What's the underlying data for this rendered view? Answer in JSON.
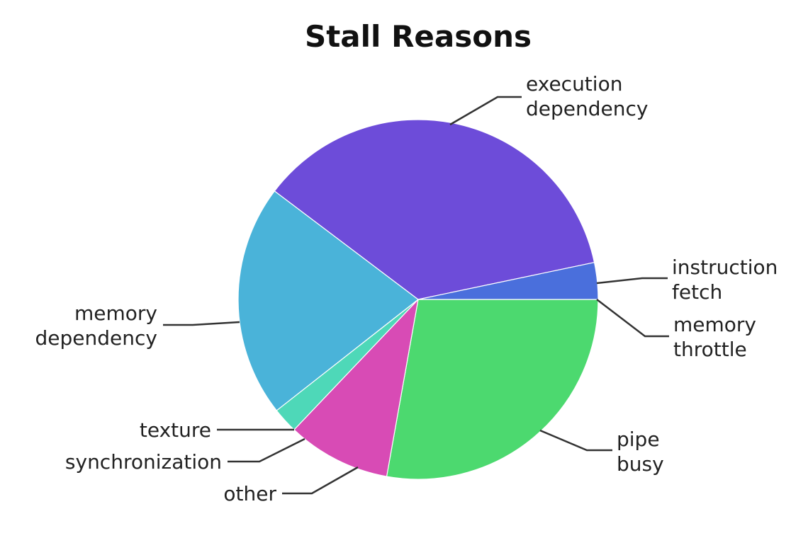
{
  "chart_data": {
    "type": "pie",
    "title": "Stall Reasons",
    "start_angle_deg": 0,
    "direction": "clockwise",
    "slices": [
      {
        "label": [
          "memory",
          "throttle"
        ],
        "value": 0.0,
        "color": "#4a6fdc"
      },
      {
        "label": [
          "pipe",
          "busy"
        ],
        "value": 27.8,
        "color": "#4cd96f"
      },
      {
        "label": [
          "other"
        ],
        "value": 9.3,
        "color": "#d84bb5"
      },
      {
        "label": [
          "synchronization"
        ],
        "value": 2.3,
        "color": "#4ed8b8"
      },
      {
        "label": [
          "texture"
        ],
        "value": 0.0,
        "color": "#4ab3d9"
      },
      {
        "label": [
          "memory",
          "dependency"
        ],
        "value": 20.9,
        "color": "#4ab3d9"
      },
      {
        "label": [
          "execution",
          "dependency"
        ],
        "value": 36.4,
        "color": "#6d4cd9"
      },
      {
        "label": [
          "instruction",
          "fetch"
        ],
        "value": 3.3,
        "color": "#4a6fdc"
      }
    ]
  }
}
